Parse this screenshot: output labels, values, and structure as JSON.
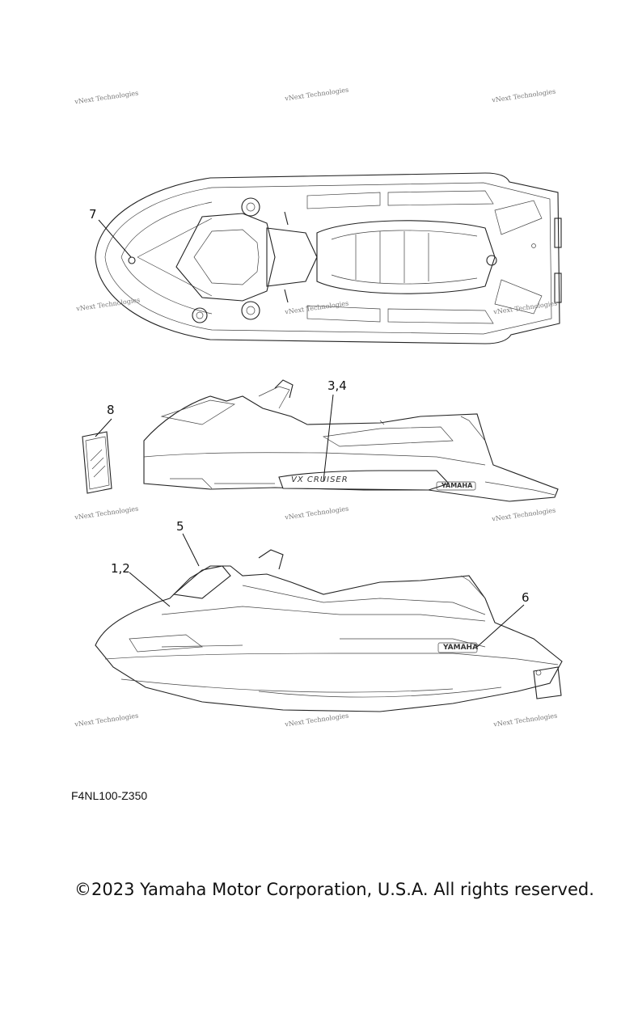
{
  "watermark": "vNext Technologies",
  "callouts": {
    "c7": "7",
    "c8": "8",
    "c34": "3,4",
    "c5": "5",
    "c12": "1,2",
    "c6": "6"
  },
  "decals": {
    "model_text": "VX CRUISER",
    "brand_text": "YAMAHA"
  },
  "part_code": "F4NL100-Z350",
  "copyright": "©2023 Yamaha Motor Corporation, U.S.A. All rights reserved."
}
